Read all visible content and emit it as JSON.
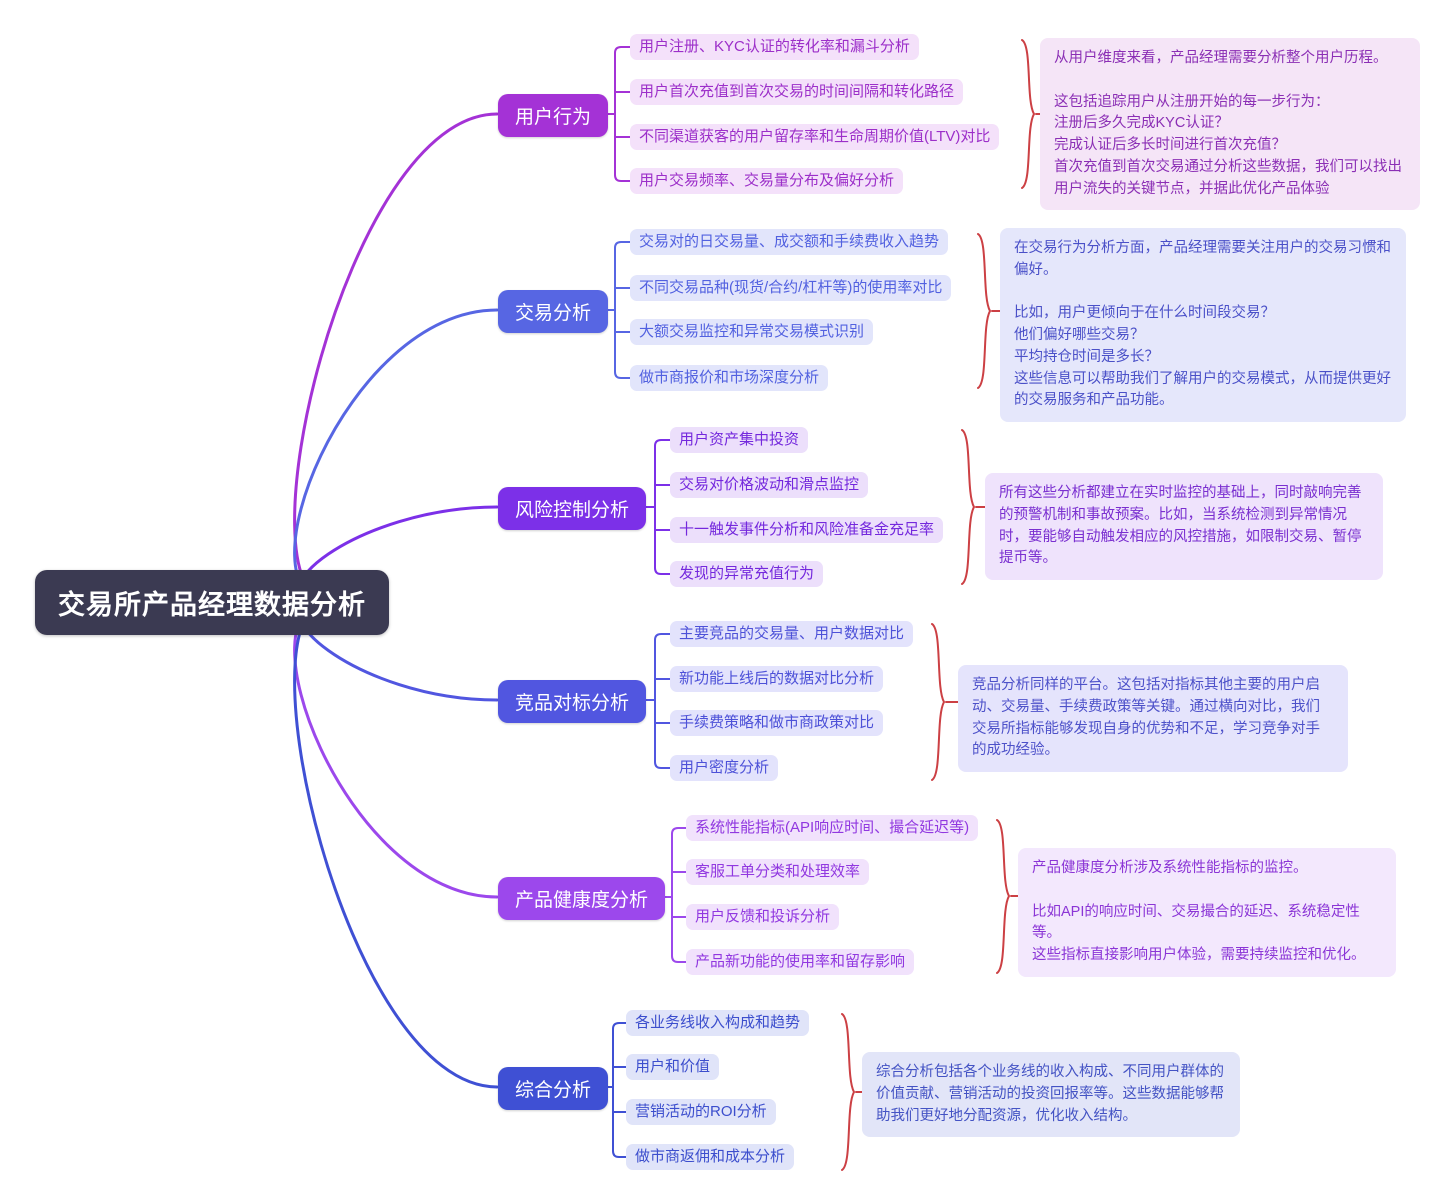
{
  "title": "交易所产品经理数据分析",
  "central_bg": "#3b3a52",
  "brace_color": "#cc4044",
  "branches": [
    {
      "label": "用户行为",
      "color": "#a432d6",
      "item_bg": "#f4e1fa",
      "item_color": "#9c2fc9",
      "note_bg": "#f5e5f7",
      "note_color": "#8b2fb5",
      "items": [
        "用户注册、KYC认证的转化率和漏斗分析",
        "用户首次充值到首次交易的时间间隔和转化路径",
        "不同渠道获客的用户留存率和生命周期价值(LTV)对比",
        "用户交易频率、交易量分布及偏好分析"
      ],
      "note": "从用户维度来看，产品经理需要分析整个用户历程。\n\n这包括追踪用户从注册开始的每一步行为：\n注册后多久完成KYC认证？\n完成认证后多长时间进行首次充值？\n首次充值到首次交易通过分析这些数据，我们可以找出用户流失的关键节点，并据此优化产品体验"
    },
    {
      "label": "交易分析",
      "color": "#5766e3",
      "item_bg": "#e2e5fb",
      "item_color": "#5261e0",
      "note_bg": "#e5e7fb",
      "note_color": "#4a50c8",
      "items": [
        "交易对的日交易量、成交额和手续费收入趋势",
        "不同交易品种(现货/合约/杠杆等)的使用率对比",
        "大额交易监控和异常交易模式识别",
        "做市商报价和市场深度分析"
      ],
      "note": "在交易行为分析方面，产品经理需要关注用户的交易习惯和偏好。\n\n比如，用户更倾向于在什么时间段交易？\n他们偏好哪些交易？\n平均持仓时间是多长？\n这些信息可以帮助我们了解用户的交易模式，从而提供更好的交易服务和产品功能。"
    },
    {
      "label": "风险控制分析",
      "color": "#7c30e8",
      "item_bg": "#ecdffb",
      "item_color": "#7428dd",
      "note_bg": "#efe3fc",
      "note_color": "#7a2fd0",
      "items": [
        "用户资产集中投资",
        "交易对价格波动和滑点监控",
        "十一触发事件分析和风险准备金充足率",
        "发现的异常充值行为"
      ],
      "note": "所有这些分析都建立在实时监控的基础上，同时敲响完善的预警机制和事故预案。比如，当系统检测到异常情况时，要能够自动触发相应的风控措施，如限制交易、暂停提币等。"
    },
    {
      "label": "竞品对标分析",
      "color": "#5156e0",
      "item_bg": "#e3e3fc",
      "item_color": "#4d51d8",
      "note_bg": "#e5e4fc",
      "note_color": "#4d51c9",
      "items": [
        "主要竞品的交易量、用户数据对比",
        "新功能上线后的数据对比分析",
        "手续费策略和做市商政策对比",
        "用户密度分析"
      ],
      "note": "竞品分析同样的平台。这包括对指标其他主要的用户启动、交易量、手续费政策等关键。通过横向对比，我们交易所指标能够发现自身的优势和不足，学习竞争对手的成功经验。"
    },
    {
      "label": "产品健康度分析",
      "color": "#9c48ec",
      "item_bg": "#f1e2fc",
      "item_color": "#9138e0",
      "note_bg": "#f3e8fd",
      "note_color": "#8b35d6",
      "items": [
        "系统性能指标(API响应时间、撮合延迟等)",
        "客服工单分类和处理效率",
        "用户反馈和投诉分析",
        "产品新功能的使用率和留存影响"
      ],
      "note": "产品健康度分析涉及系统性能指标的监控。\n\n比如API的响应时间、交易撮合的延迟、系统稳定性等。\n这些指标直接影响用户体验，需要持续监控和优化。"
    },
    {
      "label": "综合分析",
      "color": "#3f50d4",
      "item_bg": "#e0e4f9",
      "item_color": "#3c4ecd",
      "note_bg": "#e2e5f8",
      "note_color": "#4453c4",
      "items": [
        "各业务线收入构成和趋势",
        "用户和价值",
        "营销活动的ROI分析",
        "做市商返佣和成本分析"
      ],
      "note": "综合分析包括各个业务线的收入构成、不同用户群体的价值贡献、营销活动的投资回报率等。这些数据能够帮助我们更好地分配资源，优化收入结构。"
    }
  ]
}
